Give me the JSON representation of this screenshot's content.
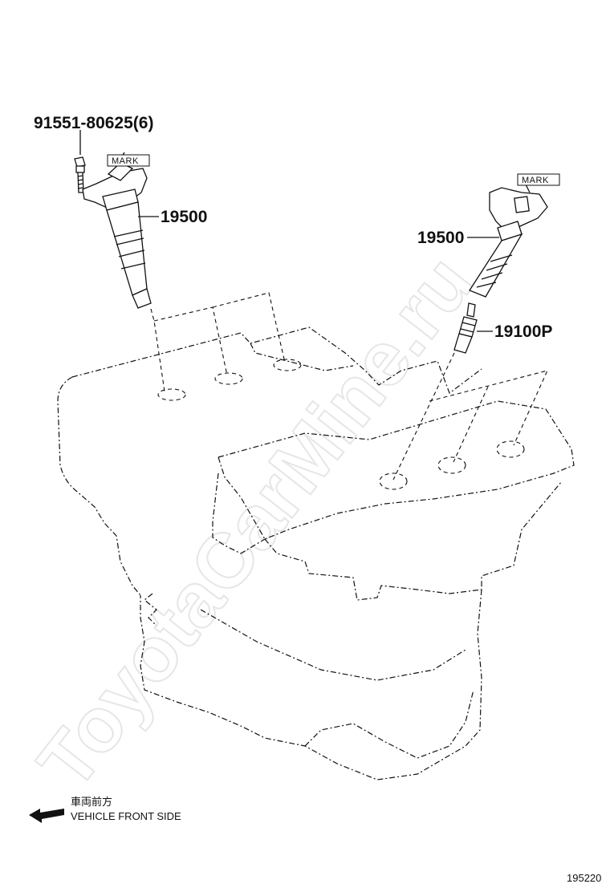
{
  "watermark": "ToyotaCarMine.ru",
  "callouts": {
    "bolt": "91551-80625(6)",
    "coil_left": "19500",
    "coil_right": "19500",
    "spark_plug": "19100P"
  },
  "mark_labels": {
    "left": "MARK",
    "right": "MARK"
  },
  "front_indicator": {
    "japanese": "車両前方",
    "english": "VEHICLE FRONT SIDE"
  },
  "figure_number": "195220"
}
